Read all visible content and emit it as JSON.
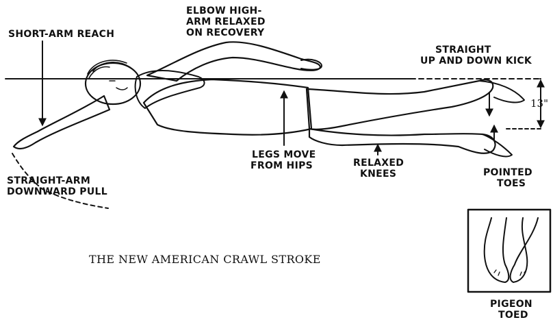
{
  "labels": {
    "elbow_line1": "ELBOW HIGH-",
    "elbow_line2": "ARM RELAXED",
    "elbow_line3": "ON RECOVERY",
    "short_arm_reach": "SHORT-ARM REACH",
    "kick_line1": "STRAIGHT",
    "kick_line2": "UP AND DOWN KICK",
    "kick_depth": "13\"",
    "legs_line1": "LEGS MOVE",
    "legs_line2": "FROM HIPS",
    "knees_line1": "RELAXED",
    "knees_line2": "KNEES",
    "toes_line1": "POINTED",
    "toes_line2": "TOES",
    "pull_line1": "STRAIGHT-ARM",
    "pull_line2": "DOWNWARD PULL",
    "pigeon_line1": "PIGEON",
    "pigeon_line2": "TOED"
  },
  "caption": "THE NEW AMERICAN CRAWL STROKE"
}
